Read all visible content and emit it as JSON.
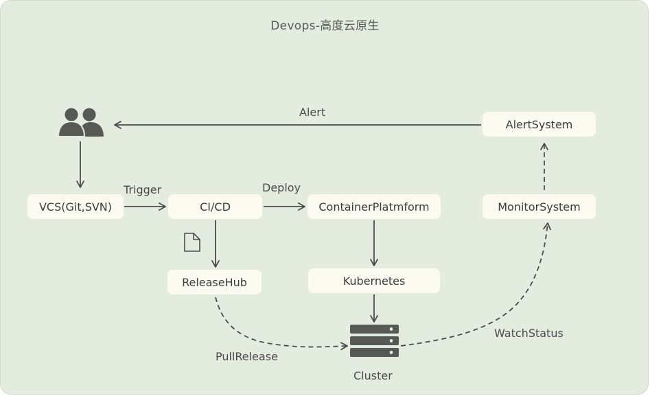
{
  "diagram": {
    "title": "Devops-高度云原生",
    "nodes": {
      "vcs": "VCS(Git,SVN)",
      "cicd": "CI/CD",
      "container_platform": "ContainerPlatmform",
      "monitor_system": "MonitorSystem",
      "alert_system": "AlertSystem",
      "release_hub": "ReleaseHub",
      "kubernetes": "Kubernetes",
      "cluster": "Cluster"
    },
    "edge_labels": {
      "alert": "Alert",
      "trigger": "Trigger",
      "deploy": "Deploy",
      "pull_release": "PullRelease",
      "watch_status": "WatchStatus"
    },
    "icons": [
      "users-icon",
      "document-icon",
      "server-rack-icon"
    ],
    "colors": {
      "background": "#e4ebdf",
      "node_fill": "#fbfbf2",
      "stroke": "#4a4a4a",
      "text": "#3c3c3c"
    }
  }
}
